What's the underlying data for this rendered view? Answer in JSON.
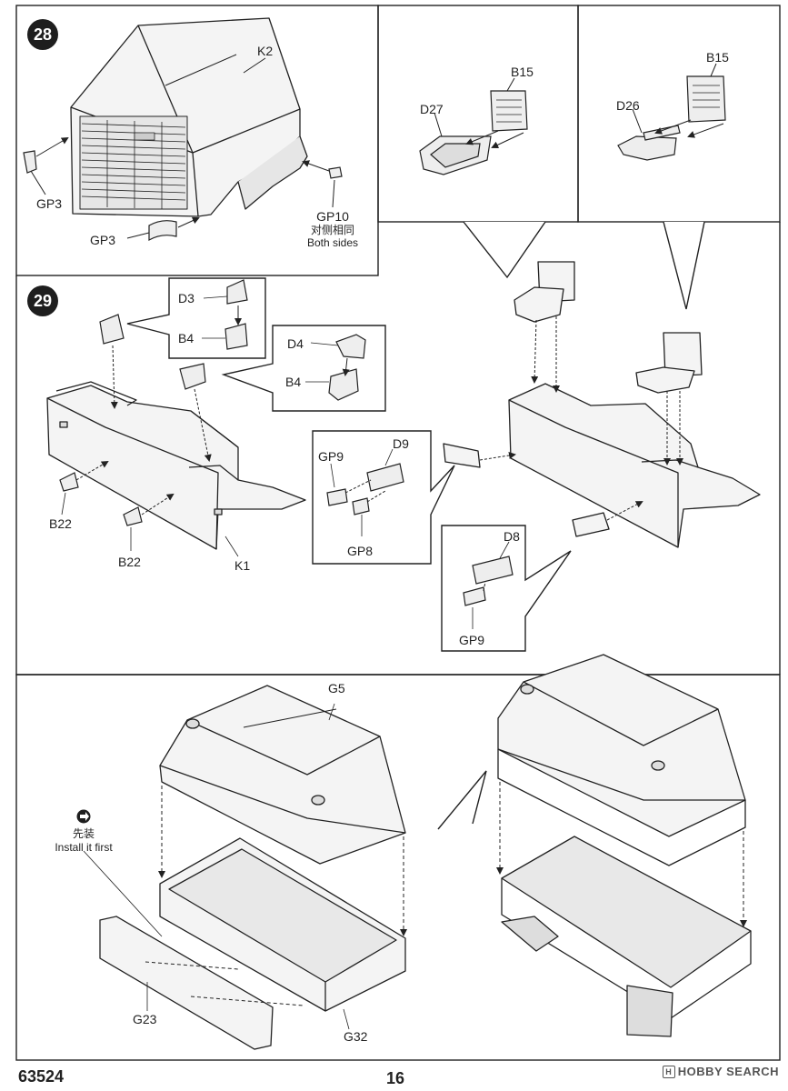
{
  "steps": {
    "step28": "28",
    "step29": "29"
  },
  "labels": {
    "k2": "K2",
    "gp3_a": "GP3",
    "gp3_b": "GP3",
    "gp10": "GP10",
    "gp10_cn": "对侧相同",
    "gp10_en": "Both sides",
    "b15_a": "B15",
    "d27": "D27",
    "b15_b": "B15",
    "d26": "D26",
    "d3": "D3",
    "b4_a": "B4",
    "d4": "D4",
    "b4_b": "B4",
    "b22_a": "B22",
    "b22_b": "B22",
    "k1": "K1",
    "gp9_a": "GP9",
    "d9": "D9",
    "gp8": "GP8",
    "d8": "D8",
    "gp9_b": "GP9",
    "g5": "G5",
    "install_cn": "先装",
    "install_en": "Install it first",
    "g23": "G23",
    "g32": "G32"
  },
  "footer": {
    "product_code": "63524",
    "page_number": "16"
  },
  "watermark": {
    "mark": "H",
    "text": "HOBBY SEARCH"
  },
  "colors": {
    "line": "#222222",
    "fill": "#f2f2f2",
    "fill_dark": "#d8d8d8",
    "step_badge": "#1e1e1e"
  }
}
